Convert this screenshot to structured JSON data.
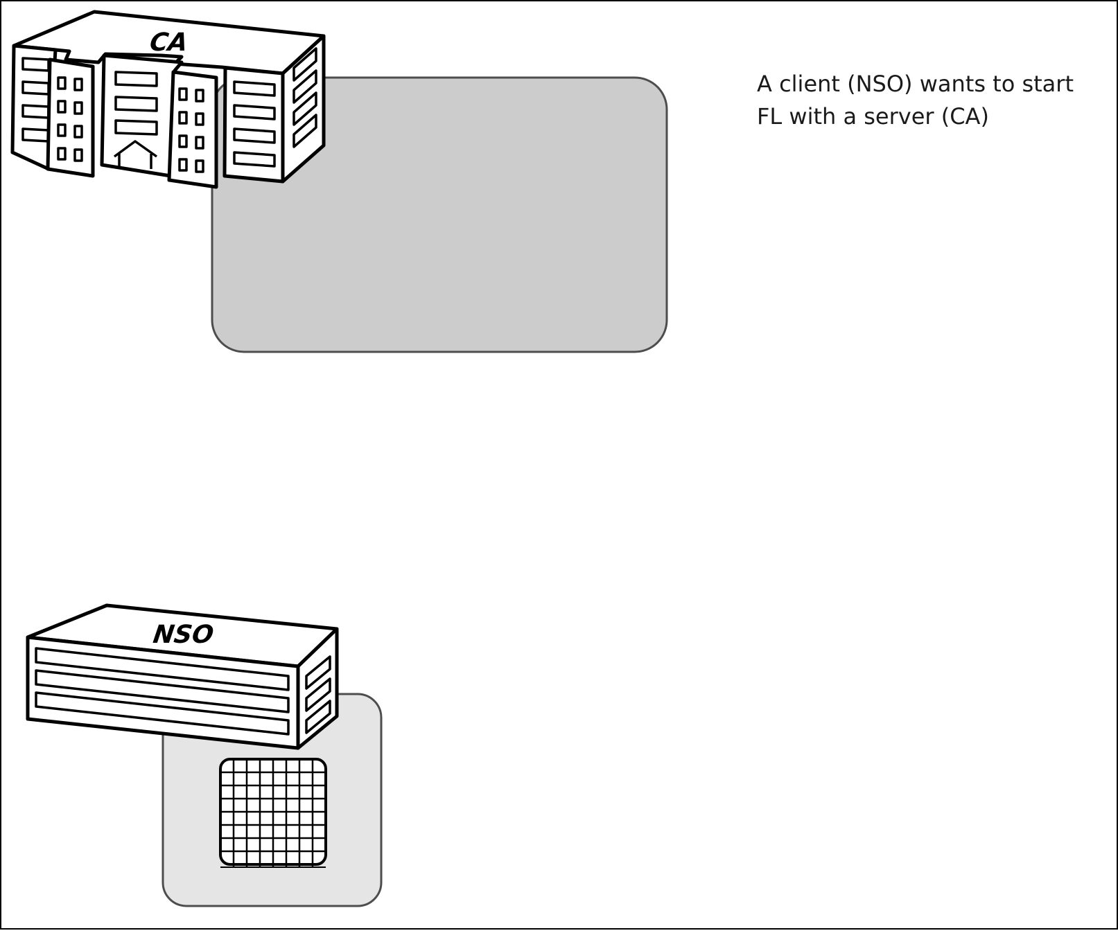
{
  "caption": {
    "line1": "A client (NSO) wants to start",
    "line2": "FL with a server (CA)"
  },
  "server": {
    "label": "CA"
  },
  "client": {
    "label": "NSO"
  },
  "colors": {
    "border": "#000000",
    "server_panel_fill": "#cccccc",
    "client_panel_fill": "#e5e5e5",
    "panel_stroke": "#4d4d4d"
  },
  "icons": [
    "hospital-building-icon",
    "office-building-icon",
    "grid-matrix-icon"
  ]
}
